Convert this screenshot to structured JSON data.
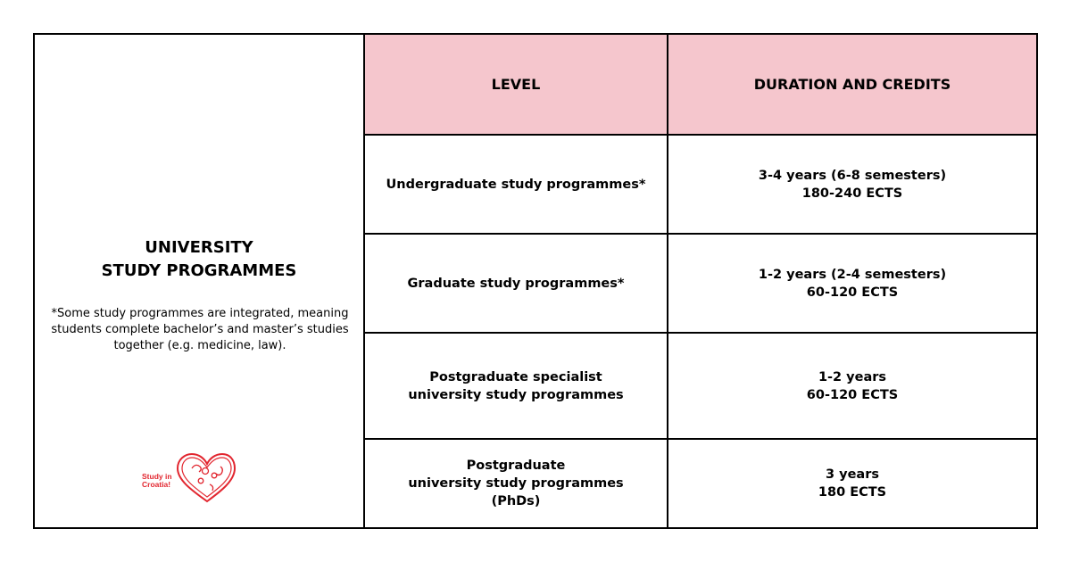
{
  "left": {
    "title_lines": [
      "UNIVERSITY",
      "STUDY PROGRAMMES"
    ],
    "note_lines": [
      "*Some study programmes are integrated, meaning",
      "students complete bachelor’s and master’s studies",
      "together (e.g. medicine, law)."
    ],
    "logo": {
      "line1": "Study in",
      "line2": "Croatia!",
      "icon": "heart-logo-icon",
      "color": "#e2262f"
    }
  },
  "table": {
    "headers": [
      "LEVEL",
      "DURATION AND CREDITS"
    ],
    "header_color": "#f5c6cd",
    "rows": [
      {
        "level": [
          "Undergraduate study programmes*"
        ],
        "duration": [
          "3-4 years (6-8 semesters)",
          "180-240 ECTS"
        ]
      },
      {
        "level": [
          "Graduate study programmes*"
        ],
        "duration": [
          "1-2 years (2-4 semesters)",
          "60-120 ECTS"
        ]
      },
      {
        "level": [
          "Postgraduate specialist",
          "university study programmes"
        ],
        "duration": [
          "1-2 years",
          "60-120 ECTS"
        ]
      },
      {
        "level": [
          "Postgraduate",
          "university study programmes",
          "(PhDs)"
        ],
        "duration": [
          "3 years",
          "180 ECTS"
        ]
      }
    ]
  }
}
